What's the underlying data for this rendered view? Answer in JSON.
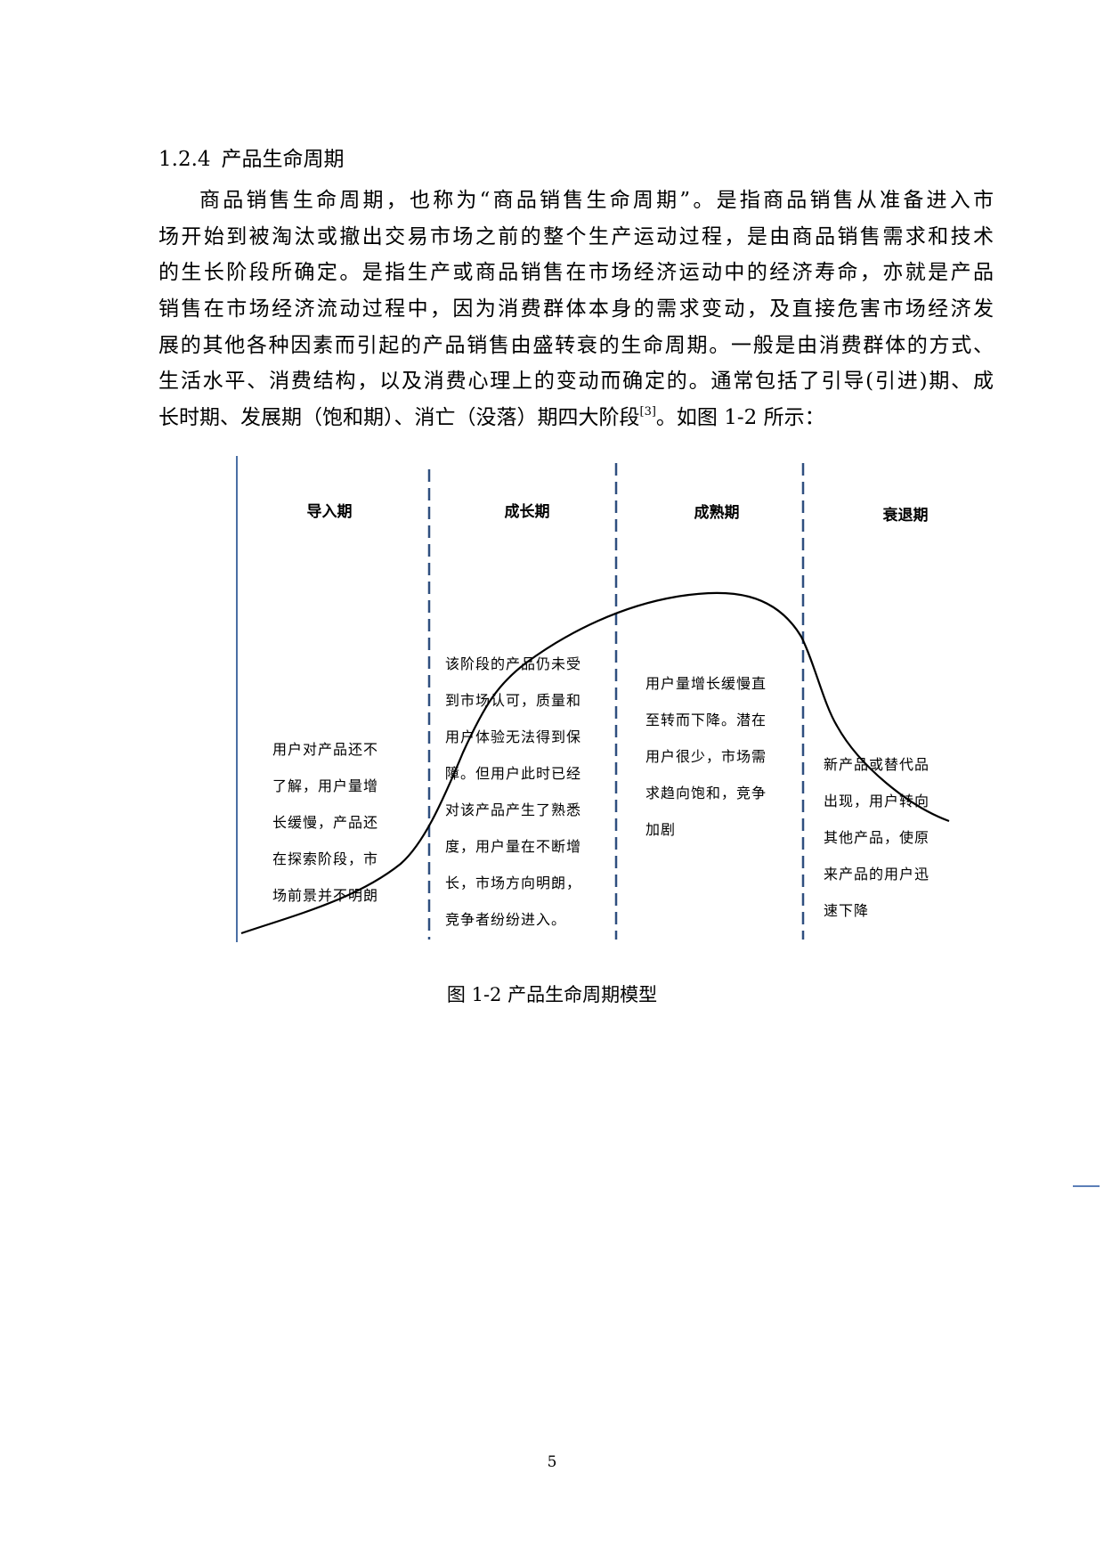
{
  "section": {
    "number": "1.2.4",
    "title": "产品生命周期"
  },
  "paragraph": {
    "lines": [
      "商品销售生命周期，也称为“商品销售生命周期”。是指商品销售从准备进入市",
      "场开始到被淘汰或撤出交易市场之前的整个生产运动过程，是由商品销售需求和技术",
      "的生长阶段所确定。是指生产或商品销售在市场经济运动中的经济寿命，亦就是产品",
      "销售在市场经济流动过程中，因为消费群体本身的需求变动，及直接危害市场经济发",
      "展的其他各种因素而引起的产品销售由盛转衰的生命周期。一般是由消费群体的方式、",
      "生活水平、消费结构，以及消费心理上的变动而确定的。通常包括了引导(引进)期、成"
    ],
    "last_line_before_ref": "长时期、发展期（饱和期）、消亡（没落）期四大阶段",
    "reference": "[3]",
    "last_line_after_ref": "。如图 1-2 所示："
  },
  "figure": {
    "stages": [
      {
        "title": "导入期",
        "description": [
          "用户对产品还不",
          "了解，用户量增",
          "长缓慢，产品还",
          "在探索阶段，市",
          "场前景并不明朗"
        ]
      },
      {
        "title": "成长期",
        "description": [
          "该阶段的产品仍未受",
          "到市场认可，质量和",
          "用户体验无法得到保",
          "障。但用户此时已经",
          "对该产品产生了熟悉",
          "度，用户量在不断增",
          "长，市场方向明朗，",
          "竞争者纷纷进入。"
        ]
      },
      {
        "title": "成熟期",
        "description": [
          "用户量增长缓慢直",
          "至转而下降。潜在",
          "用户很少，市场需",
          "求趋向饱和，竞争",
          "加剧"
        ]
      },
      {
        "title": "衰退期",
        "description": [
          "新产品或替代品",
          "出现，用户转向",
          "其他产品，使原",
          "来产品的用户迅",
          "速下降"
        ]
      }
    ],
    "colors": {
      "axis": "#4a6fa5",
      "divider": "#2f4f7f",
      "curve": "#000000"
    },
    "caption": "图 1-2  产品生命周期模型"
  },
  "page": {
    "number": "5"
  }
}
